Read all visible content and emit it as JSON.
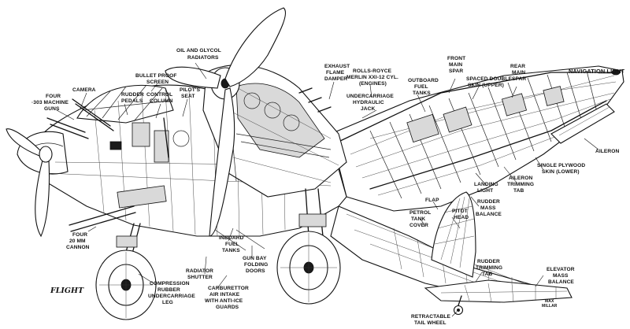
{
  "labels": {
    "navigation_light": "NAVIGATION LIGHT",
    "oil_glycol_1": "OIL AND GLYCOL",
    "oil_glycol_2": "RADIATORS",
    "bullet_proof_1": "BULLET PROOF",
    "bullet_proof_2": "SCREEN",
    "camera": "CAMERA",
    "four_mg_1": "FOUR",
    "four_mg_2": "·303 MACHINE",
    "four_mg_3": "GUNS",
    "rudder_pedals": "RUDDER",
    "rudder_pedals_2": "PEDALS",
    "control_column_1": "CONTROL",
    "control_column_2": "COLUMN",
    "pilots_seat_1": "PILOT'S",
    "pilots_seat_2": "SEAT",
    "exhaust_1": "EXHAUST",
    "exhaust_2": "FLAME",
    "exhaust_3": "DAMPER",
    "rr_1": "ROLLS-ROYCE",
    "rr_2": "MERLIN XXI-12 CYL.",
    "rr_3": "(ENGINES)",
    "uc_jack_1": "UNDERCARRIAGE",
    "uc_jack_2": "HYDRAULIC",
    "uc_jack_3": "JACK",
    "outboard_1": "OUTBOARD",
    "outboard_2": "FUEL",
    "outboard_3": "TANKS",
    "front_spar_1": "FRONT",
    "front_spar_2": "MAIN",
    "front_spar_3": "SPAR",
    "spaced_1": "SPACED DOUBLE",
    "spaced_2": "SKIN (UPPER)",
    "rear_spar_1": "REAR",
    "rear_spar_2": "MAIN",
    "rear_spar_3": "SPAR",
    "aileron": "AILERON",
    "single_ply_1": "SINGLE PLYWOOD",
    "single_ply_2": "SKIN (LOWER)",
    "aileron_trim_1": "AILERON",
    "aileron_trim_2": "TRIMMING",
    "aileron_trim_3": "TAB",
    "landing_1": "LANDING",
    "landing_2": "LIGHT",
    "flap": "FLAP",
    "pitot_1": "PITOT",
    "pitot_2": "HEAD",
    "petrol_1": "PETROL",
    "petrol_2": "TANK",
    "petrol_3": "COVER",
    "rudder_mass_1": "RUDDER",
    "rudder_mass_2": "MASS",
    "rudder_mass_3": "BALANCE",
    "cannon_1": "FOUR",
    "cannon_2": "20 MM",
    "cannon_3": "CANNON",
    "radiator_1": "RADIATOR",
    "radiator_2": "SHUTTER",
    "inboard_1": "INBOARD",
    "inboard_2": "FUEL",
    "inboard_3": "TANKS",
    "gunbay_1": "GUN BAY",
    "gunbay_2": "FOLDING",
    "gunbay_3": "DOORS",
    "carb_1": "CARBURETTOR",
    "carb_2": "AIR INTAKE",
    "carb_3": "WITH ANTI-ICE",
    "carb_4": "GUARDS",
    "compression_1": "COMPRESSION",
    "compression_2": "RUBBER",
    "compression_3": "UNDERCARRIAGE",
    "compression_4": "LEG",
    "rudder_trim_1": "RUDDER",
    "rudder_trim_2": "TRIMMING",
    "rudder_trim_3": "TAB",
    "elevator_1": "ELEVATOR",
    "elevator_2": "MASS",
    "elevator_3": "BALANCE",
    "tailwheel_1": "RETRACTABLE",
    "tailwheel_2": "TAIL WHEEL",
    "logo": "FLIGHT",
    "artist_1": "MAX",
    "artist_2": "MILLAR"
  }
}
